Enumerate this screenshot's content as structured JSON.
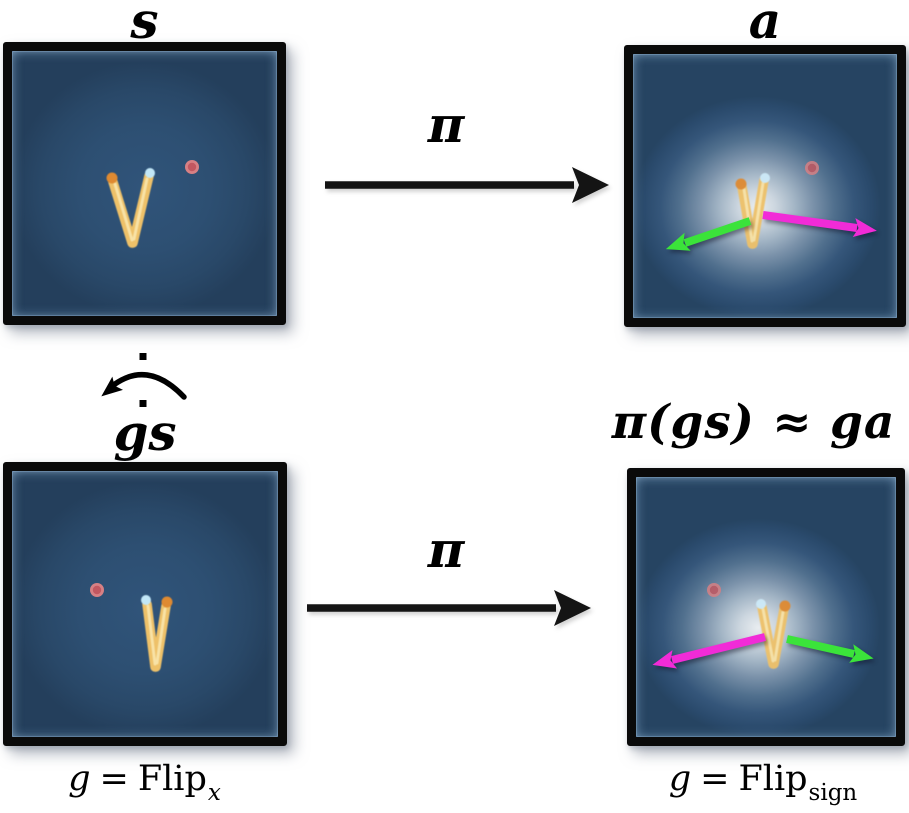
{
  "labels": {
    "state": "s",
    "action": "a",
    "transformed_state": "gs",
    "equivariance_equation": "π(gs) ≈ ga",
    "policy_arrow_top": "π",
    "policy_arrow_bottom": "π"
  },
  "captions": {
    "left": {
      "lhs": "g",
      "equals": "=",
      "func": "Flip",
      "subscript": "x"
    },
    "right": {
      "lhs": "g",
      "equals": "=",
      "func": "Flip",
      "subscript": "sign"
    }
  },
  "icons": {
    "policy_arrow": "thick-right-arrow",
    "flip_arrow": "curved-left-arrow-over-dotted-mirror-axis",
    "green_action_arrow": "green-arrow",
    "magenta_action_arrow": "magenta-arrow",
    "reacher_arm": "two-link-arm-sprite",
    "target": "red-target-dot"
  },
  "colors": {
    "background": "#ffffff",
    "panel_border": "#0a0a0a",
    "panel_blue": "#2d4f72",
    "panel_blue_dark": "#243f5c",
    "glow_white": "#e9edf0",
    "arm_yellow": "#eec169",
    "arm_tip_orange": "#df8a31",
    "arm_tip_cyan": "#c2e7f7",
    "target_pink": "#d78084",
    "target_pink_dark": "#c25760",
    "action_green": "#3be33a",
    "action_magenta": "#f12bd7",
    "arrow_black": "#141414"
  }
}
